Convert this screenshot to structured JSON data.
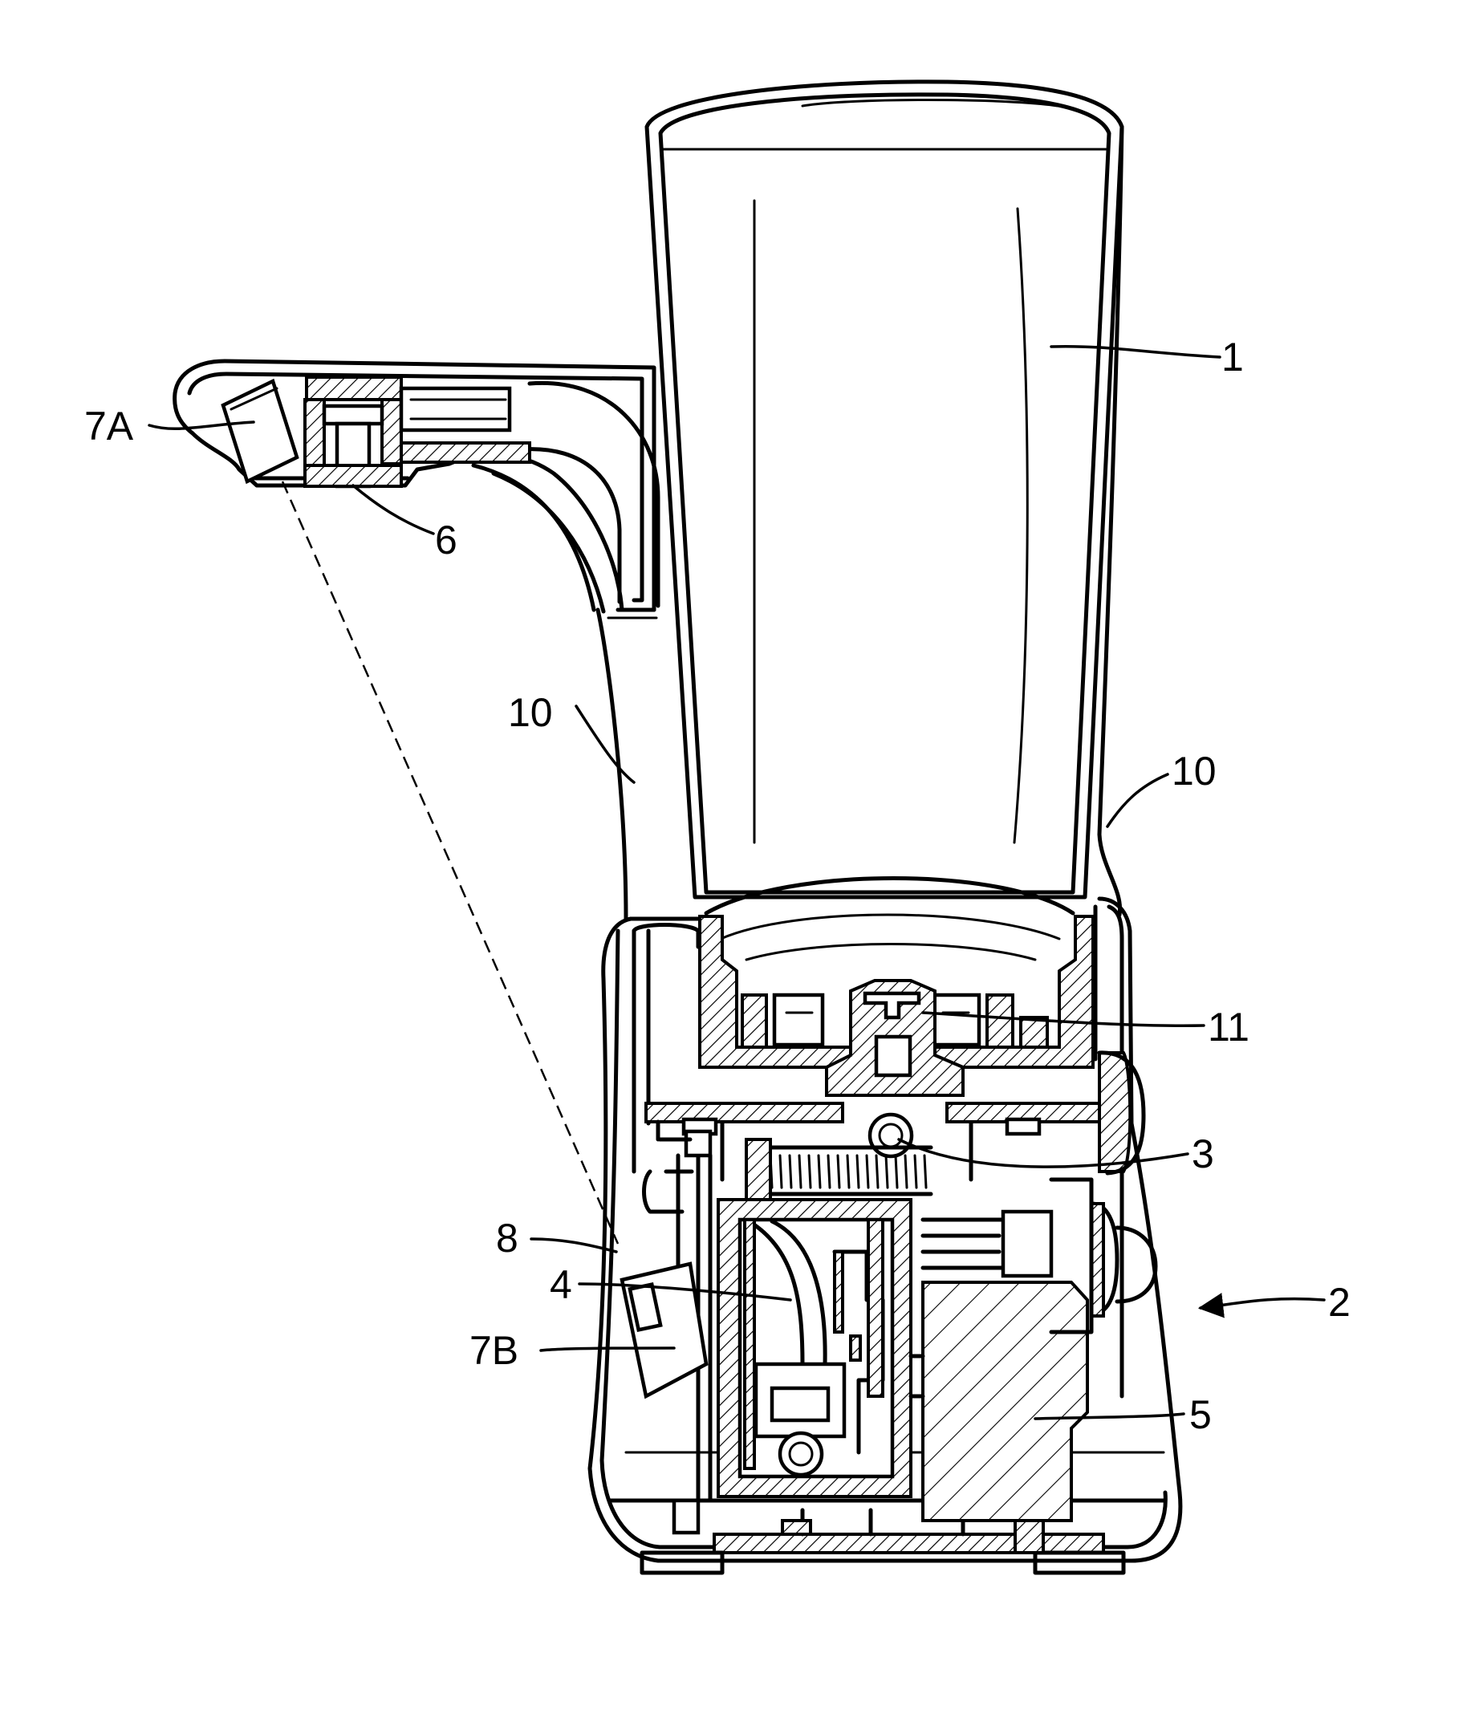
{
  "figure": {
    "labels": [
      {
        "key": "label-1",
        "text": "1"
      },
      {
        "key": "label-2",
        "text": "2"
      },
      {
        "key": "label-3",
        "text": "3"
      },
      {
        "key": "label-4",
        "text": "4"
      },
      {
        "key": "label-5",
        "text": "5"
      },
      {
        "key": "label-6",
        "text": "6"
      },
      {
        "key": "label-7a",
        "text": "7A"
      },
      {
        "key": "label-7b",
        "text": "7B"
      },
      {
        "key": "label-8",
        "text": "8"
      },
      {
        "key": "label-10-left",
        "text": "10"
      },
      {
        "key": "label-10-right",
        "text": "10"
      },
      {
        "key": "label-11",
        "text": "11"
      }
    ]
  }
}
